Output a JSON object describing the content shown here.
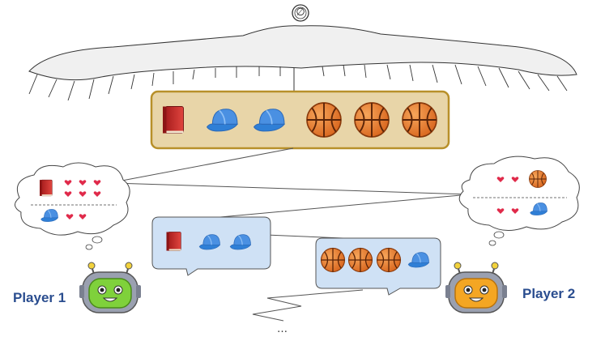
{
  "root_symbol": "∅",
  "players": [
    {
      "label": "Player 1"
    },
    {
      "label": "Player 2"
    }
  ],
  "ellipsis": "…",
  "colors": {
    "player_label": "#2a4d8f",
    "pool_fill": "#e8d5a8",
    "pool_border": "#b8902a",
    "bubble_fill": "#cfe1f5",
    "bubble_border": "#555555",
    "heart": "#e02a4a",
    "robot1_face": "#7fd13b",
    "robot2_face": "#f4a623",
    "tree_fill": "#f0f0f0"
  },
  "item_pool": [
    "book",
    "hat",
    "hat",
    "ball",
    "ball",
    "ball"
  ],
  "player1_values": [
    {
      "item": "book",
      "hearts": 6
    },
    {
      "item": "hat",
      "hearts": 2
    }
  ],
  "player2_values": [
    {
      "item": "ball",
      "hearts": 2
    },
    {
      "item": "hat",
      "hearts": 2
    }
  ],
  "offers": [
    {
      "by": "Player 1",
      "items": [
        "book",
        "hat",
        "hat"
      ]
    },
    {
      "by": "Player 2",
      "items": [
        "ball",
        "ball",
        "ball",
        "hat"
      ]
    }
  ]
}
